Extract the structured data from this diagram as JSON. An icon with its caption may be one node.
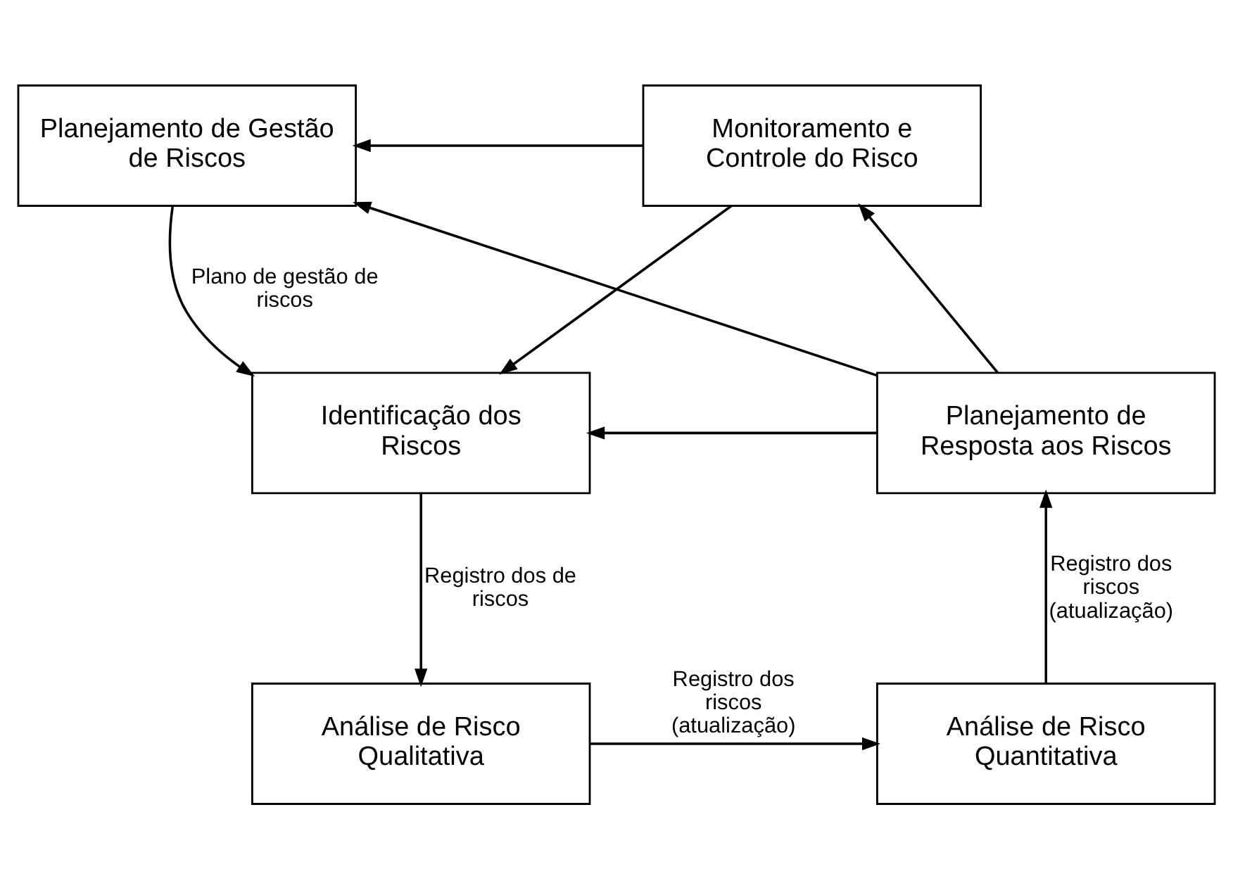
{
  "diagram": {
    "nodes": [
      {
        "text": [
          "Planejamento de Gestão de Riscos"
        ]
      },
      {
        "text": [
          "Monitoramento e Controle do Risco"
        ]
      },
      {
        "text": [
          "Identificação dos Riscos"
        ]
      },
      {
        "text": [
          "Planejamento de Resposta aos Riscos"
        ]
      },
      {
        "text": [
          "Análise de Risco Qualitativa"
        ]
      },
      {
        "text": [
          "Análise de Risco Quantitativa"
        ]
      }
    ],
    "edges": [
      {
        "from": 0,
        "to": 2,
        "arrow": "to",
        "label": "Plano de gestão de riscos"
      },
      {
        "from": 2,
        "to": 4,
        "arrow": "to",
        "label": "Registro dos de riscos"
      },
      {
        "from": 4,
        "to": 5,
        "arrow": "to",
        "label": "Registro dos riscos (atualização)"
      },
      {
        "from": 5,
        "to": 3,
        "arrow": "to",
        "label": "Registro dos riscos (atualização)"
      },
      {
        "from": 3,
        "to": 1,
        "arrow": "to"
      },
      {
        "from": 1,
        "to": 0,
        "arrow": "to"
      },
      {
        "from": 1,
        "to": 2,
        "arrow": "to"
      },
      {
        "from": 3,
        "to": 0,
        "arrow": "to"
      },
      {
        "from": 3,
        "to": 2,
        "arrow": "to"
      }
    ]
  }
}
